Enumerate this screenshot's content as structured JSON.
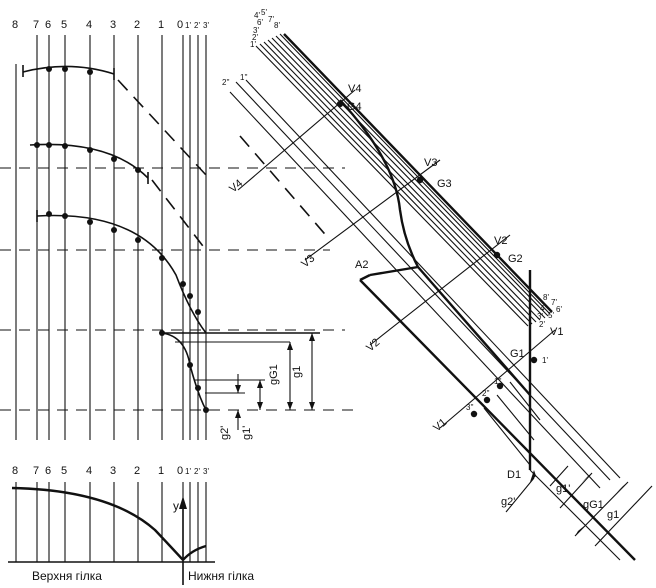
{
  "top_numbers": [
    "8",
    "7",
    "6",
    "5",
    "4",
    "3",
    "2",
    "1",
    "0",
    "1'",
    "2'",
    "3'"
  ],
  "bottom_numbers": [
    "8",
    "7",
    "6",
    "5",
    "4",
    "3",
    "2",
    "1",
    "0",
    "1'",
    "2'",
    "3'"
  ],
  "y_axis_label": "y",
  "branch_labels": {
    "upper": "Верхня гілка",
    "lower": "Нижня гілка"
  },
  "left_dims": {
    "g1": "g1",
    "gG1": "gG1",
    "g1p": "g1'",
    "g2p": "g2'"
  },
  "right_points": {
    "G4": "G4",
    "G3": "G3",
    "G2": "G2",
    "G1": "G1",
    "A2": "A2",
    "D1": "D1"
  },
  "v_labels": {
    "V4a": "V4",
    "V4b": "V4",
    "V3a": "V3",
    "V3b": "V3",
    "V2a": "V2",
    "V2b": "V2",
    "V1a": "V1",
    "V1b": "V1"
  },
  "right_dims": {
    "g2p": "g2'",
    "g1p": "g1'",
    "gG1": "gG1",
    "g1": "g1"
  },
  "small_labels": {
    "top_stack": [
      "4'",
      "5'",
      "6'",
      "7'",
      "8'",
      "3'",
      "2'",
      "1'"
    ],
    "top_dbl": [
      "2''",
      "1''"
    ],
    "g1_stack": [
      "8'",
      "7'",
      "6'",
      "5'",
      "4'",
      "3'",
      "2'",
      "1'"
    ],
    "lower_pts": [
      "3''",
      "2''",
      "1''"
    ]
  }
}
